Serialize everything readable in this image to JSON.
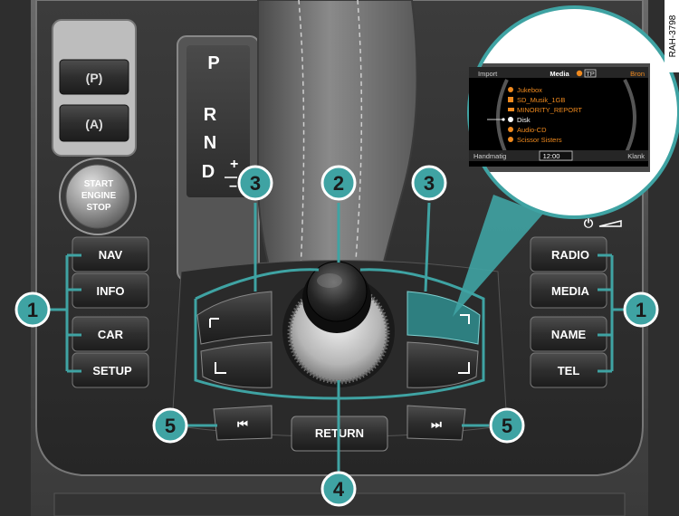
{
  "ref_code": "RAH-3798",
  "gear_letters": [
    "P",
    "R",
    "N",
    "D"
  ],
  "gear_plus": "+",
  "gear_minus": "–",
  "start_stop_lines": [
    "START",
    "ENGINE",
    "STOP"
  ],
  "left_buttons": [
    "NAV",
    "INFO",
    "CAR",
    "SETUP"
  ],
  "right_buttons": [
    "RADIO",
    "MEDIA",
    "NAME",
    "TEL"
  ],
  "return_label": "RETURN",
  "skip_back_symbol": "⏮",
  "skip_forward_symbol": "⏭",
  "parking_brake_symbol": "(P)",
  "auto_hold_symbol": "(A)",
  "power_volume_symbol": "⏻",
  "callouts": {
    "n1": "1",
    "n2": "2",
    "n3": "3",
    "n4": "4",
    "n5": "5"
  },
  "screen": {
    "top_left": "Import",
    "title": "Media",
    "title_badge": "TP",
    "top_right": "Bron",
    "items": [
      "Jukebox",
      "SD_Musik_1GB",
      "MINORITY_REPORT",
      "Disk",
      "Audio-CD",
      "Scissor Sisters"
    ],
    "bottom_left": "Handmatig",
    "clock": "12:00",
    "bottom_right": "Klank"
  },
  "colors": {
    "accent": "#3fa3a3",
    "callout_fill": "#3fa3a3",
    "screen_orange": "#f08a1e",
    "console_dark": "#2a2a2a"
  }
}
